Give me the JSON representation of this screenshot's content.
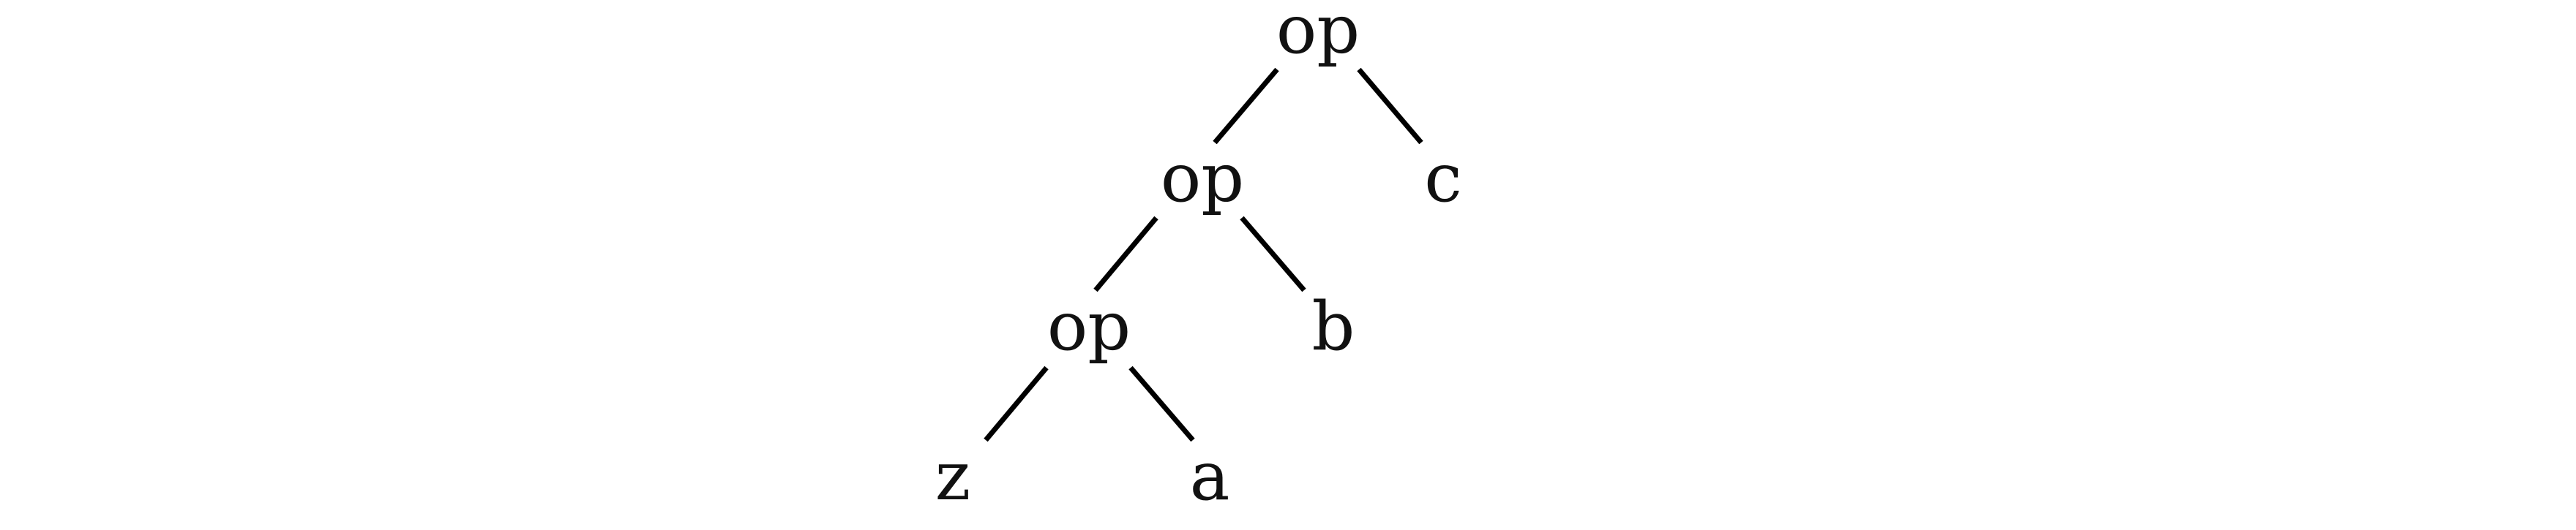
{
  "tree": {
    "nodes": [
      {
        "id": "root",
        "label": "op"
      },
      {
        "id": "n1",
        "label": "op"
      },
      {
        "id": "c",
        "label": "c"
      },
      {
        "id": "n2",
        "label": "op"
      },
      {
        "id": "b",
        "label": "b"
      },
      {
        "id": "z",
        "label": "z"
      },
      {
        "id": "a",
        "label": "a"
      }
    ],
    "edges": [
      {
        "from": "root",
        "to": "n1"
      },
      {
        "from": "root",
        "to": "c"
      },
      {
        "from": "n1",
        "to": "n2"
      },
      {
        "from": "n1",
        "to": "b"
      },
      {
        "from": "n2",
        "to": "z"
      },
      {
        "from": "n2",
        "to": "a"
      }
    ]
  }
}
